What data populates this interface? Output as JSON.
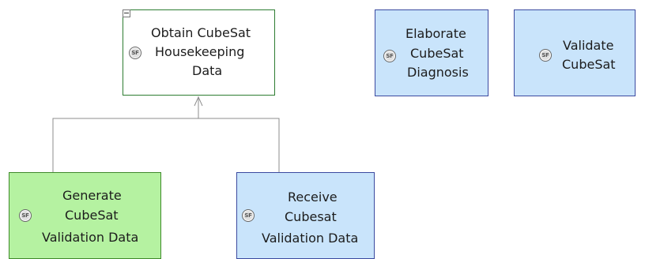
{
  "nodes": {
    "obtain": {
      "lines": [
        "Obtain CubeSat",
        "Housekeeping",
        "Data"
      ],
      "icon": "SF"
    },
    "elaborate": {
      "lines": [
        "Elaborate",
        "CubeSat",
        "Diagnosis"
      ],
      "icon": "SF"
    },
    "validate": {
      "lines": [
        "Validate",
        "CubeSat"
      ],
      "icon": "SF"
    },
    "generate": {
      "lines": [
        "Generate",
        "CubeSat",
        "Validation Data"
      ],
      "icon": "SF"
    },
    "receive": {
      "lines": [
        "Receive",
        "Cubesat",
        "Validation Data"
      ],
      "icon": "SF"
    }
  },
  "colors": {
    "white_border": "#2e7d32",
    "blue_fill": "#c9e4fb",
    "blue_border": "#3b4aa0",
    "green_fill": "#b5f2a1",
    "green_border": "#3f8a2b",
    "connector": "#8c8c8c"
  }
}
